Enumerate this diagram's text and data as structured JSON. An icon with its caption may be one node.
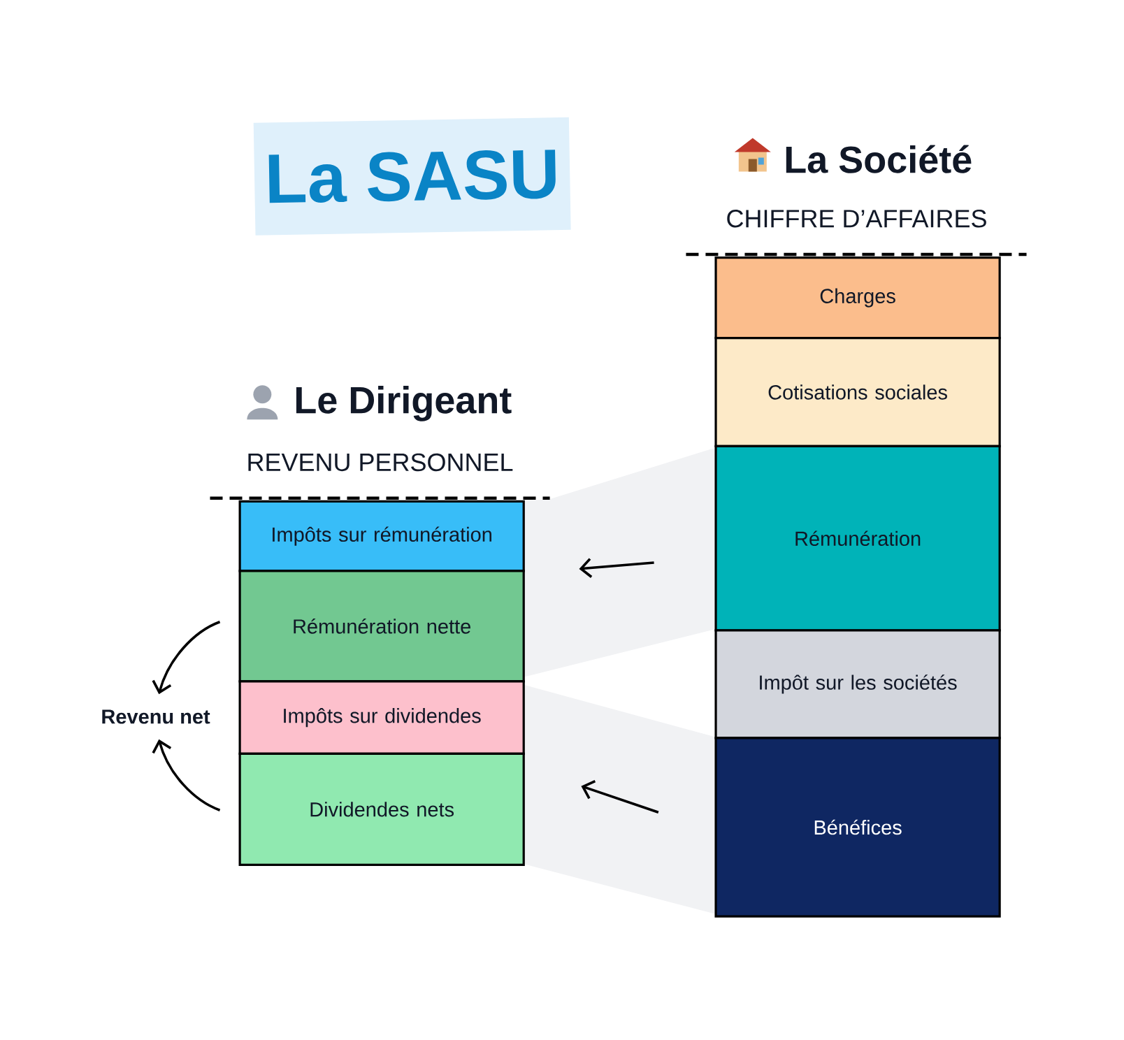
{
  "diagram": {
    "title": "La SASU",
    "nodes": [
      {
        "text": [
          "Charges"
        ]
      },
      {
        "text": [
          "Cotisations sociales"
        ]
      },
      {
        "text": [
          "Rémunération"
        ]
      },
      {
        "text": [
          "Impôt sur les sociétés"
        ]
      },
      {
        "text": [
          "Bénéfices"
        ]
      },
      {
        "text": [
          "Impôts sur rémunération"
        ]
      },
      {
        "text": [
          "Rémunération nette"
        ]
      },
      {
        "text": [
          "Impôts sur dividendes"
        ]
      },
      {
        "text": [
          "Dividendes nets"
        ]
      },
      {
        "text": [
          "Revenu net"
        ]
      }
    ],
    "edges": [
      {
        "from": 2,
        "to": 6,
        "arrow": "to"
      },
      {
        "from": 4,
        "to": 8,
        "arrow": "to"
      },
      {
        "from": 6,
        "to": 9,
        "arrow": "to"
      },
      {
        "from": 8,
        "to": 9,
        "arrow": "to"
      }
    ],
    "labels": [
      "La Société",
      "CHIFFRE D’AFFAIRES",
      "Le Dirigeant",
      "REVENU PERSONNEL"
    ]
  }
}
